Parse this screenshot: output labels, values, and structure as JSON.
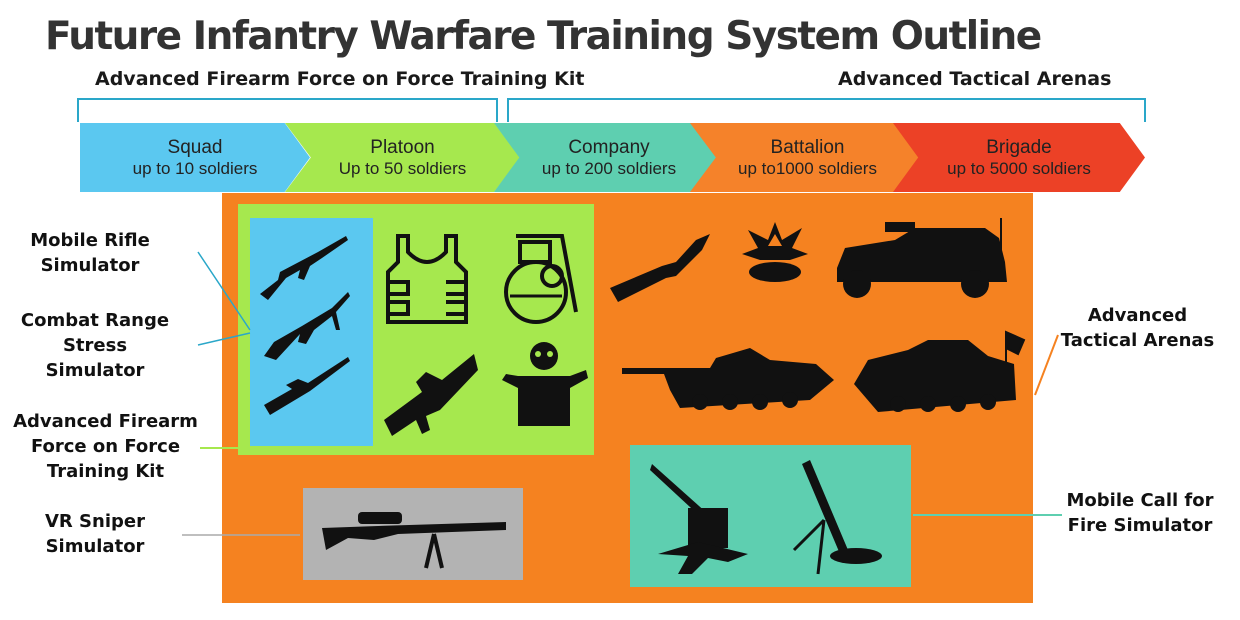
{
  "title": "Future Infantry Warfare Training System Outline",
  "headers": {
    "left": "Advanced Firearm Force on Force Training Kit",
    "right": "Advanced Tactical Arenas"
  },
  "stages": [
    {
      "name": "Squad",
      "capacity": "up to 10 soldiers",
      "color": "#5bc8f0"
    },
    {
      "name": "Platoon",
      "capacity": "Up to 50 soldiers",
      "color": "#a6e84e"
    },
    {
      "name": "Company",
      "capacity": "up to 200 soldiers",
      "color": "#5ecfb0"
    },
    {
      "name": "Battalion",
      "capacity": "up to1000 soldiers",
      "color": "#f5822a"
    },
    {
      "name": "Brigade",
      "capacity": "up to 5000 soldiers",
      "color": "#ec4126"
    }
  ],
  "labels": {
    "mobile_rifle": "Mobile Rifle Simulator",
    "combat_range": "Combat Range Stress Simulator",
    "afof": "Advanced Firearm Force on Force Training Kit",
    "vr_sniper": "VR Sniper Simulator",
    "arenas": "Advanced Tactical Arenas",
    "call_for_fire": "Mobile Call for Fire Simulator"
  },
  "colors": {
    "orange": "#f58220",
    "green": "#a6e84e",
    "blue": "#5bc8f0",
    "teal": "#5ecfb0",
    "gray": "#b3b3b3"
  }
}
